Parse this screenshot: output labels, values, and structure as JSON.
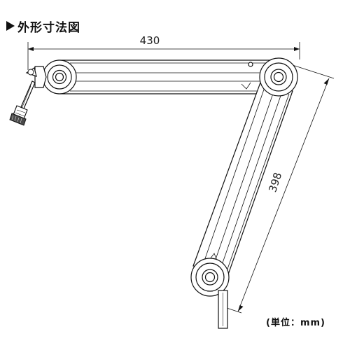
{
  "heading": {
    "title": "外形寸法図"
  },
  "dimensions": {
    "width": "430",
    "height": "398"
  },
  "unit_note": "(単位：mm)",
  "icons": {
    "heading_marker": "triangle-right-icon"
  }
}
